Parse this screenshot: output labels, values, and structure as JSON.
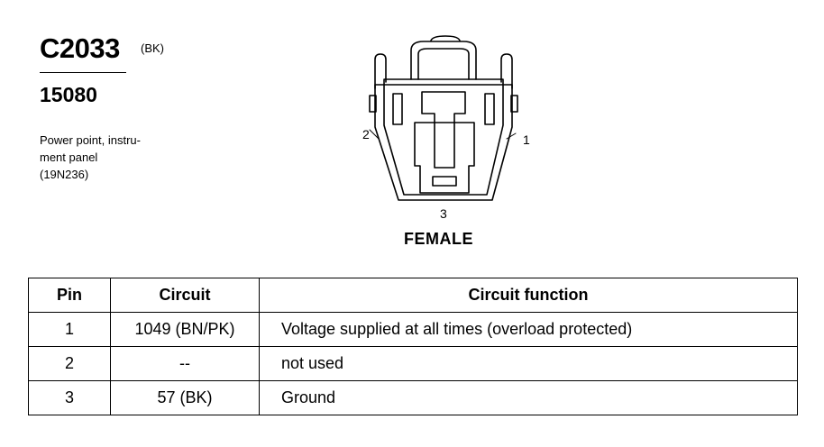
{
  "connector": {
    "id": "C2033",
    "color": "(BK)",
    "part_number": "15080",
    "description_lines": [
      "Power point, instru-",
      "ment panel",
      "(19N236)"
    ]
  },
  "diagram": {
    "pin_labels": {
      "pin1": "1",
      "pin2": "2",
      "pin3": "3"
    },
    "gender": "FEMALE"
  },
  "table": {
    "headers": [
      "Pin",
      "Circuit",
      "Circuit function"
    ],
    "rows": [
      [
        "1",
        "1049 (BN/PK)",
        "Voltage supplied at all times (overload protected)"
      ],
      [
        "2",
        "--",
        "not used"
      ],
      [
        "3",
        "57 (BK)",
        "Ground"
      ]
    ]
  }
}
